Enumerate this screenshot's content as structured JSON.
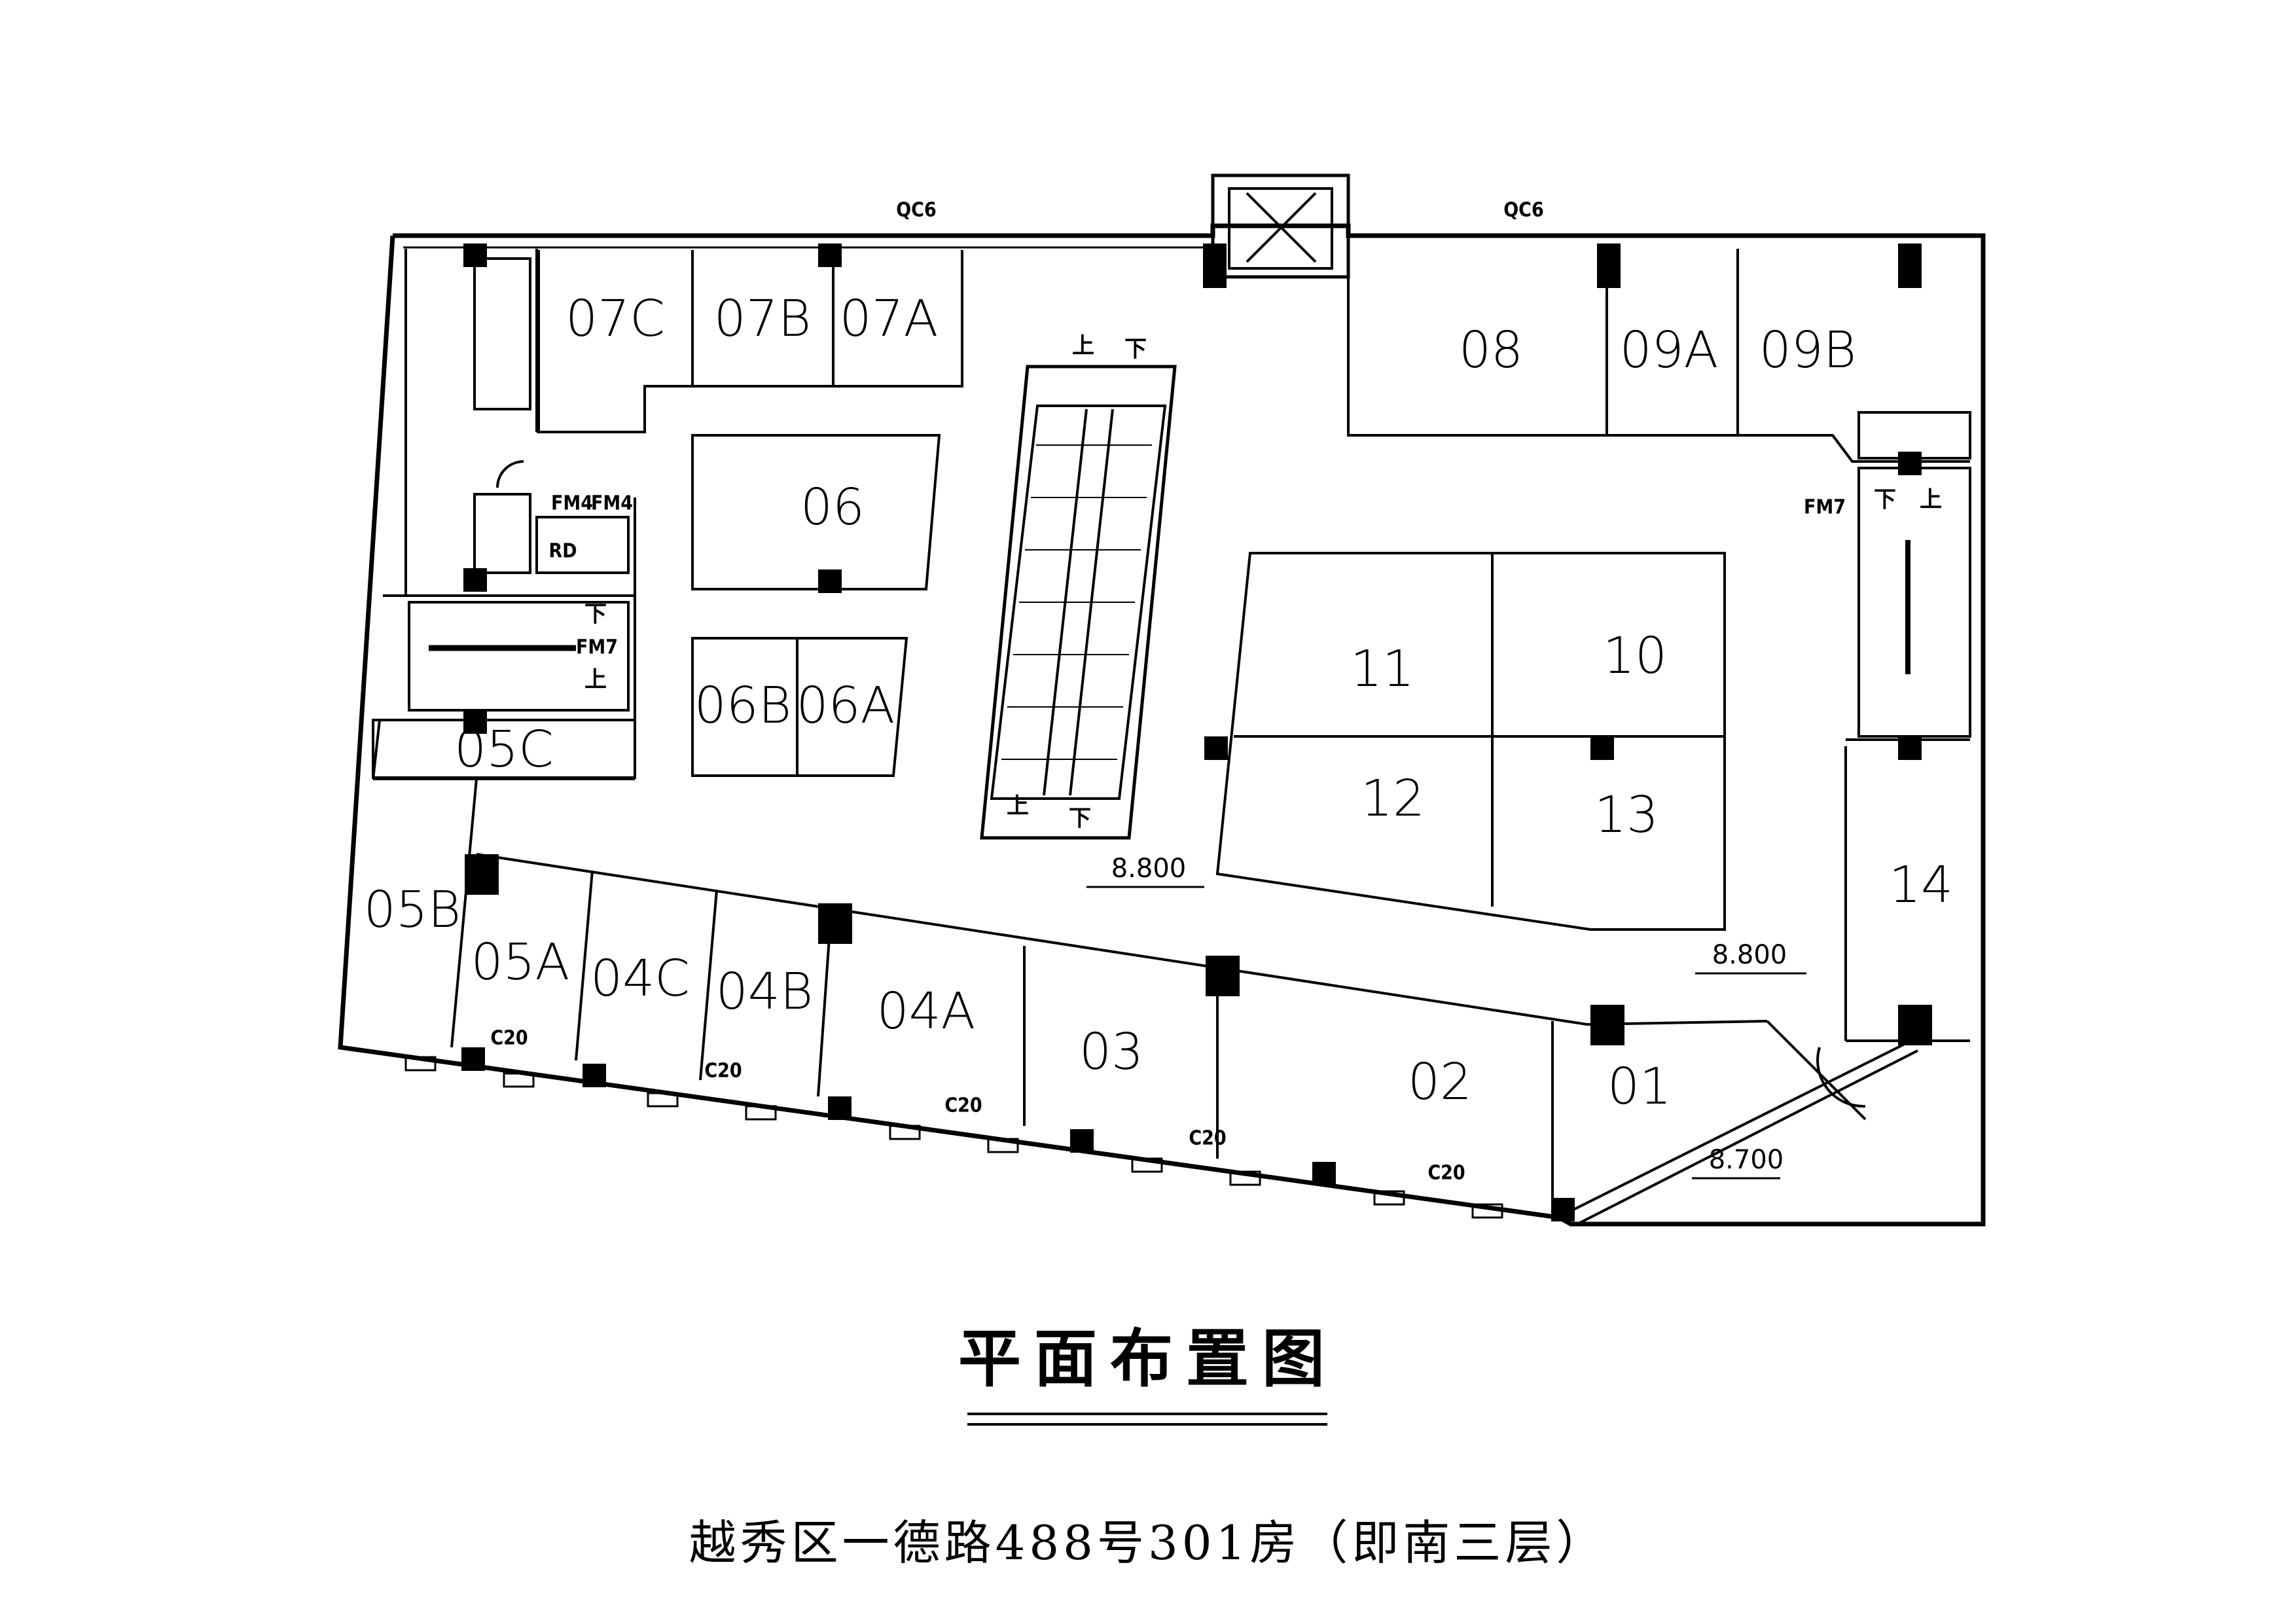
{
  "title": "平面布置图",
  "address": "越秀区一德路488号301房（即南三层）",
  "rooms": {
    "r07C": "07C",
    "r07B": "07B",
    "r07A": "07A",
    "r08": "08",
    "r09A": "09A",
    "r09B": "09B",
    "r06": "06",
    "r06B": "06B",
    "r06A": "06A",
    "r05C": "05C",
    "r05B": "05B",
    "r05A": "05A",
    "r04C": "04C",
    "r04B": "04B",
    "r04A": "04A",
    "r03": "03",
    "r02": "02",
    "r01": "01",
    "r10": "10",
    "r11": "11",
    "r12": "12",
    "r13": "13",
    "r14": "14"
  },
  "levels": {
    "central": "8.800",
    "east": "8.800",
    "lower": "8.700"
  },
  "tags": {
    "qc6": "QC6",
    "c20": "C20",
    "fm4": "FM4",
    "fm7": "FM7",
    "rd": "RD",
    "up": "上",
    "down": "下"
  },
  "colors": {
    "line": "#000000",
    "background": "#ffffff"
  }
}
